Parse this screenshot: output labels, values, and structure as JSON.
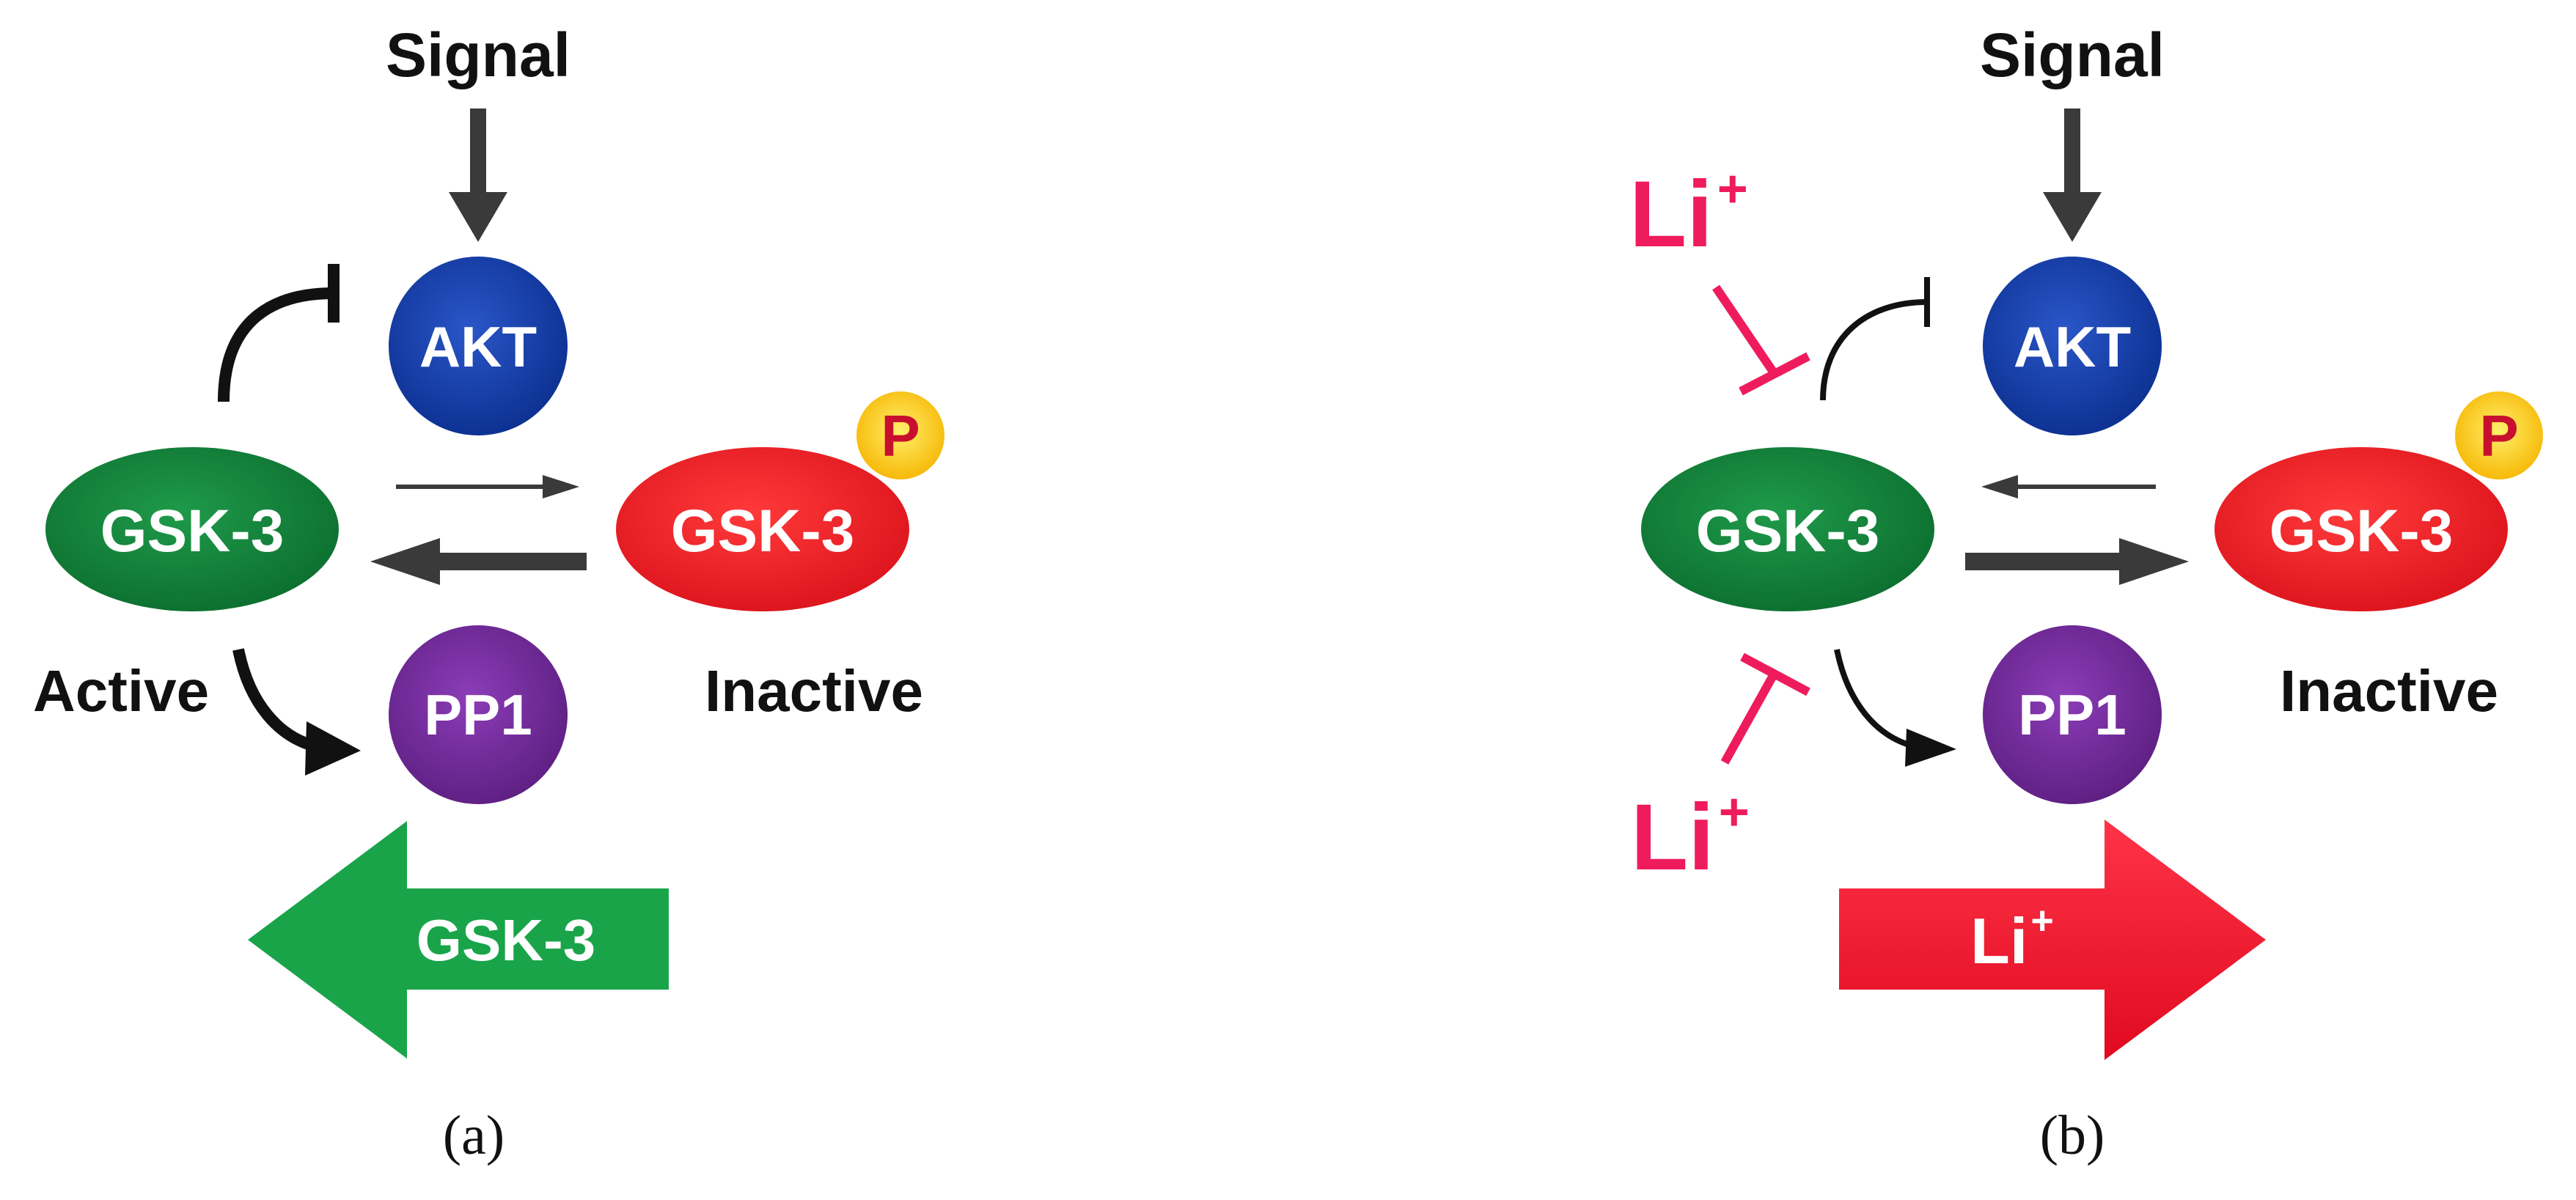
{
  "colors": {
    "arrow_dark": "#3a3a3a",
    "text_dark": "#111111",
    "akt_blue": "#0b2f8f",
    "gsk_green": "#0f7a35",
    "gsk_red": "#e8141c",
    "phospho_yellow": "#ffd200",
    "phospho_text": "#c8102e",
    "pp1_purple": "#6a2590",
    "lithium_pink": "#ee1c5c",
    "big_arrow_green": "#1aa44a",
    "big_arrow_red": "#ff1a2e",
    "node_text": "#ffffff"
  },
  "panel_a": {
    "signal": "Signal",
    "akt": "AKT",
    "gsk_active": "GSK-3",
    "gsk_inactive": "GSK-3",
    "phospho": "P",
    "pp1": "PP1",
    "active_label": "Active",
    "inactive_label": "Inactive",
    "big_arrow": "GSK-3",
    "caption": "(a)"
  },
  "panel_b": {
    "signal": "Signal",
    "akt": "AKT",
    "gsk_active": "GSK-3",
    "gsk_inactive": "GSK-3",
    "phospho": "P",
    "pp1": "PP1",
    "inactive_label": "Inactive",
    "lithium_top": {
      "base": "Li",
      "sup": "+"
    },
    "lithium_bottom": {
      "base": "Li",
      "sup": "+"
    },
    "big_arrow": {
      "base": "Li",
      "sup": "+"
    },
    "caption": "(b)"
  }
}
